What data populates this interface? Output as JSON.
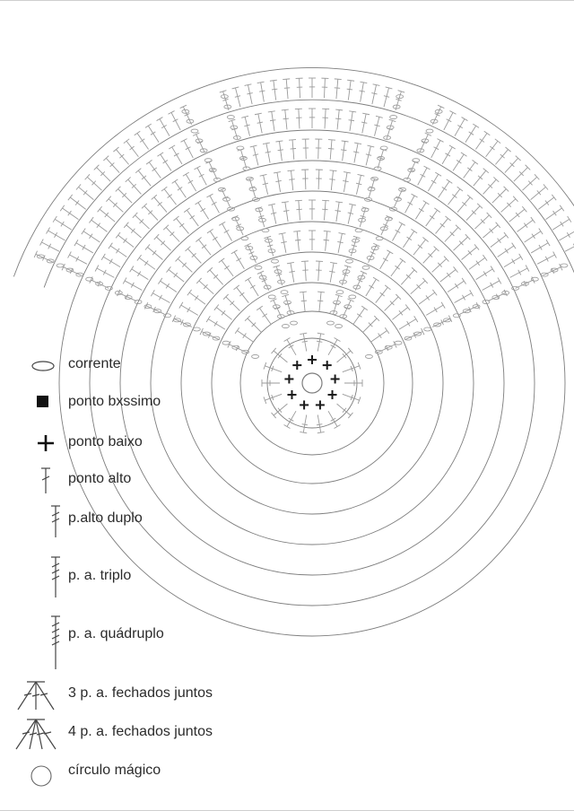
{
  "diagram": {
    "colors": {
      "line": "#7d7d7d",
      "stitch": "#9a9a9a",
      "center_cross": "#1a1a1a",
      "text": "#2b2b2b"
    }
  },
  "legend": [
    {
      "icon": "chain-icon",
      "label": "corrente"
    },
    {
      "icon": "slip-stitch-icon",
      "label": "ponto bxssimo"
    },
    {
      "icon": "single-crochet-icon",
      "label": "ponto baixo"
    },
    {
      "icon": "double-crochet-icon",
      "label": "ponto alto"
    },
    {
      "icon": "treble-crochet-icon",
      "label": "p.alto duplo"
    },
    {
      "icon": "triple-treble-icon",
      "label": "p. a. triplo"
    },
    {
      "icon": "quadruple-treble-icon",
      "label": "p. a. quádruplo"
    },
    {
      "icon": "three-dc-together-icon",
      "label": "3 p. a. fechados juntos"
    },
    {
      "icon": "four-dc-together-icon",
      "label": "4 p. a. fechados juntos"
    },
    {
      "icon": "magic-circle-icon",
      "label": "círculo mágico"
    }
  ]
}
